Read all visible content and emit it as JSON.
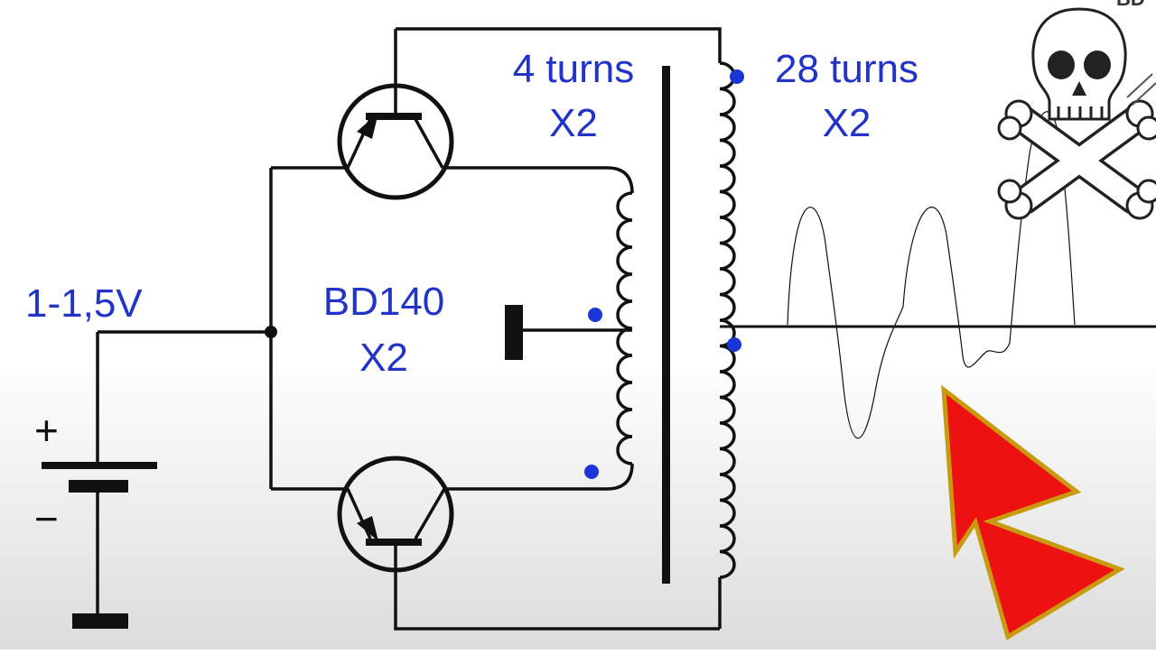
{
  "labels": {
    "supply_voltage": "1-1,5V",
    "transistor_part": "BD140",
    "transistor_count": "X2",
    "primary_turns": "4 turns",
    "primary_count": "X2",
    "secondary_turns": "28 turns",
    "secondary_count": "X2",
    "battery_plus": "+",
    "battery_minus": "−",
    "corner_mark": "BD"
  },
  "colors": {
    "label_blue": "#2233c8",
    "dot_blue": "#1a36d8",
    "wire": "#111111",
    "arrow_red": "#ee1111",
    "arrow_border": "#c89a10"
  },
  "icons": [
    "skull-crossbones-icon",
    "cursor-arrow-icon"
  ]
}
